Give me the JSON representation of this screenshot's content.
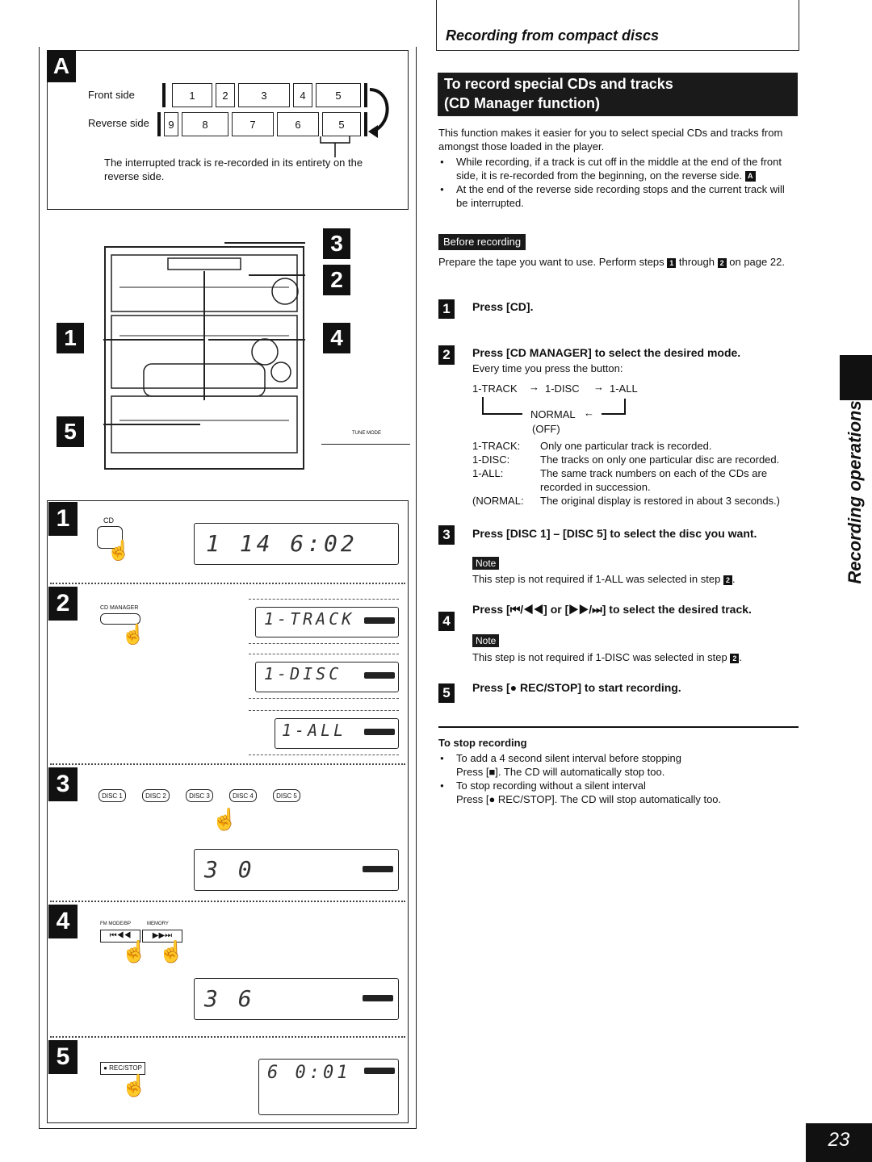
{
  "left": {
    "panel_a": {
      "badge": "A",
      "front_label": "Front side",
      "reverse_label": "Reverse side",
      "front_tracks": [
        "1",
        "2",
        "3",
        "4",
        "5"
      ],
      "reverse_tracks": [
        "9",
        "8",
        "7",
        "6",
        "5"
      ],
      "caption": "The interrupted track is re-recorded in its entirety on the reverse side."
    },
    "unit_callouts": [
      "3",
      "2",
      "1",
      "4",
      "5"
    ],
    "unit_button_label": "TUNE MODE",
    "steps": {
      "s1": {
        "num": "1",
        "button": "CD",
        "lcd": "1  14  6:02"
      },
      "s2": {
        "num": "2",
        "button": "CD MANAGER",
        "lcd": [
          "1-TRACK",
          "1-DISC",
          "1-ALL"
        ]
      },
      "s3": {
        "num": "3",
        "buttons": [
          "DISC 1",
          "DISC 2",
          "DISC 3",
          "DISC 4",
          "DISC 5"
        ],
        "lcd": "3     0"
      },
      "s4": {
        "num": "4",
        "labels": [
          "FM MODE/BP",
          "MEMORY"
        ],
        "lcd": "3     6"
      },
      "s5": {
        "num": "5",
        "button": "● REC/STOP",
        "lcd": "6  0:01"
      }
    }
  },
  "right": {
    "header": "Recording from compact discs",
    "banner_line1": "To record special CDs and tracks",
    "banner_line2": "(CD Manager function)",
    "intro": "This function makes it easier for you to select special CDs and tracks from amongst those loaded in the player.",
    "bullets": [
      "While recording, if a track is cut off in the middle at the end of the front side, it is re-recorded from the beginning, on the reverse side.",
      "At the end of the reverse side recording stops and the current track will be interrupted."
    ],
    "before_recording": "Before recording",
    "prepare": "Prepare the tape you want to use. Perform steps",
    "prepare_through": "through",
    "prepare_end": "on page 22.",
    "step1": "Press [CD].",
    "step2": "Press [CD MANAGER] to select the desired mode.",
    "step2_sub": "Every time you press the button:",
    "mode_flow": {
      "a": "1-TRACK",
      "b": "1-DISC",
      "c": "1-ALL",
      "normal": "NORMAL",
      "off": "(OFF)"
    },
    "modes": [
      {
        "k": "1-TRACK:",
        "v": "Only one particular track is recorded."
      },
      {
        "k": "1-DISC:",
        "v": "The tracks on only one particular disc are recorded."
      },
      {
        "k": "1-ALL:",
        "v": "The same track numbers on each of the CDs are recorded in succession."
      },
      {
        "k": "(NORMAL:",
        "v": "The original display is restored in about 3 seconds.)"
      }
    ],
    "step3": "Press [DISC 1] – [DISC 5] to select the disc you want.",
    "note_label": "Note",
    "note3": "This step is not required if 1-ALL was selected in step",
    "step4": "Press [⏮/◀◀] or [▶▶/⏭] to select the desired track.",
    "note4": "This step is not required if 1-DISC was selected in step",
    "step5": "Press [● REC/STOP] to start recording.",
    "stop_title": "To stop recording",
    "stop_b1": "To add a 4 second silent interval before stopping",
    "stop_b1_sub": "Press [■]. The CD will automatically stop too.",
    "stop_b2": "To stop recording without a silent interval",
    "stop_b2_sub": "Press [● REC/STOP]. The CD will stop automatically too."
  },
  "side_tab": "Recording operations",
  "page_number": "23"
}
